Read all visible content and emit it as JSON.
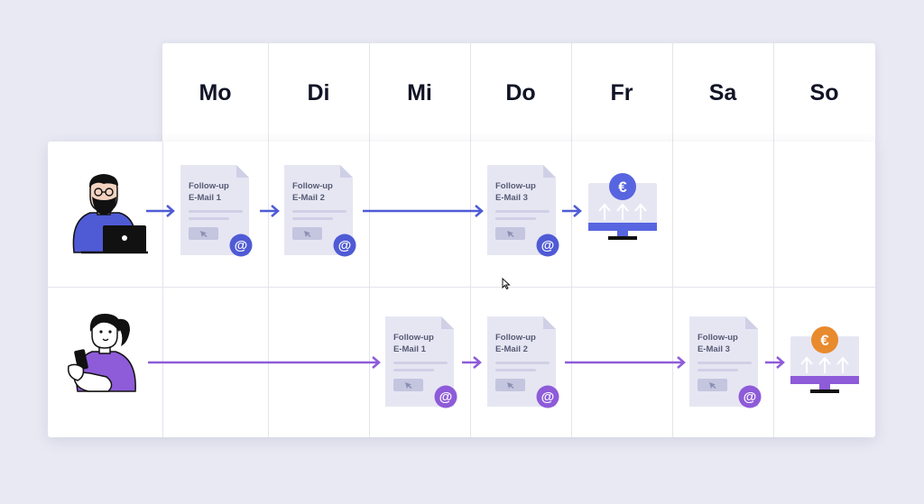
{
  "days": [
    "Mo",
    "Di",
    "Mi",
    "Do",
    "Fr",
    "Sa",
    "So"
  ],
  "doc_line1": "Follow-up",
  "row1": {
    "persona": "man-with-laptop",
    "emails": [
      "E-Mail 1",
      "E-Mail 2",
      "E-Mail 3"
    ],
    "accent": "#4f5bd5",
    "result_icon": "euro-coin-icon"
  },
  "row2": {
    "persona": "woman-with-phone",
    "emails": [
      "E-Mail 1",
      "E-Mail 2",
      "E-Mail 3"
    ],
    "accent": "#8e5bd9",
    "result_icon": "euro-coin-icon"
  },
  "colors": {
    "doc_fill": "#e6e6f3",
    "doc_fold": "#cfd0e6",
    "coin_blue": "#5865e0",
    "coin_orange": "#e88a2e"
  },
  "symbols": {
    "at": "@",
    "euro": "€"
  }
}
